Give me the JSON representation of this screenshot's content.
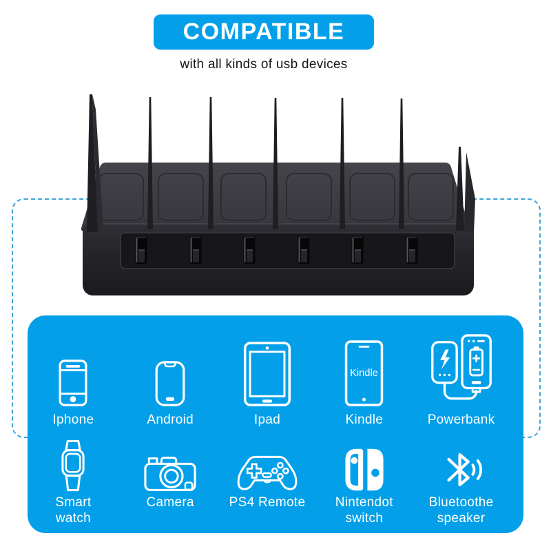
{
  "header": {
    "banner_text": "COMPATIBLE",
    "subtitle": "with all kinds of usb devices"
  },
  "product": {
    "description": "black 6-port usb charging station dock with 7 divider fins",
    "usb_ports": 6,
    "divider_fins": 7
  },
  "devices": {
    "row1": [
      {
        "id": "iphone",
        "label": "Iphone",
        "icon": "iphone-icon"
      },
      {
        "id": "android",
        "label": "Android",
        "icon": "android-icon"
      },
      {
        "id": "ipad",
        "label": "Ipad",
        "icon": "ipad-icon"
      },
      {
        "id": "kindle",
        "label": "Kindle",
        "icon": "kindle-icon",
        "icon_text": "Kindle"
      },
      {
        "id": "powerbank",
        "label": "Powerbank",
        "icon": "powerbank-icon"
      }
    ],
    "row2": [
      {
        "id": "smart-watch",
        "label": "Smart\nwatch",
        "icon": "smartwatch-icon"
      },
      {
        "id": "camera",
        "label": "Camera",
        "icon": "camera-icon"
      },
      {
        "id": "ps4-remote",
        "label": "PS4 Remote",
        "icon": "gamepad-icon"
      },
      {
        "id": "nintendo-switch",
        "label": "Nintendot\nswitch",
        "icon": "switch-icon"
      },
      {
        "id": "bluetooth-speaker",
        "label": "Bluetoothe\nspeaker",
        "icon": "bluetooth-icon"
      }
    ]
  },
  "colors": {
    "accent_blue": "#03A0E9",
    "dashed_border": "#3DA5DA",
    "text_dark": "#151515",
    "icon_white": "#FFFFFF",
    "product_black": "#1B1B20"
  }
}
